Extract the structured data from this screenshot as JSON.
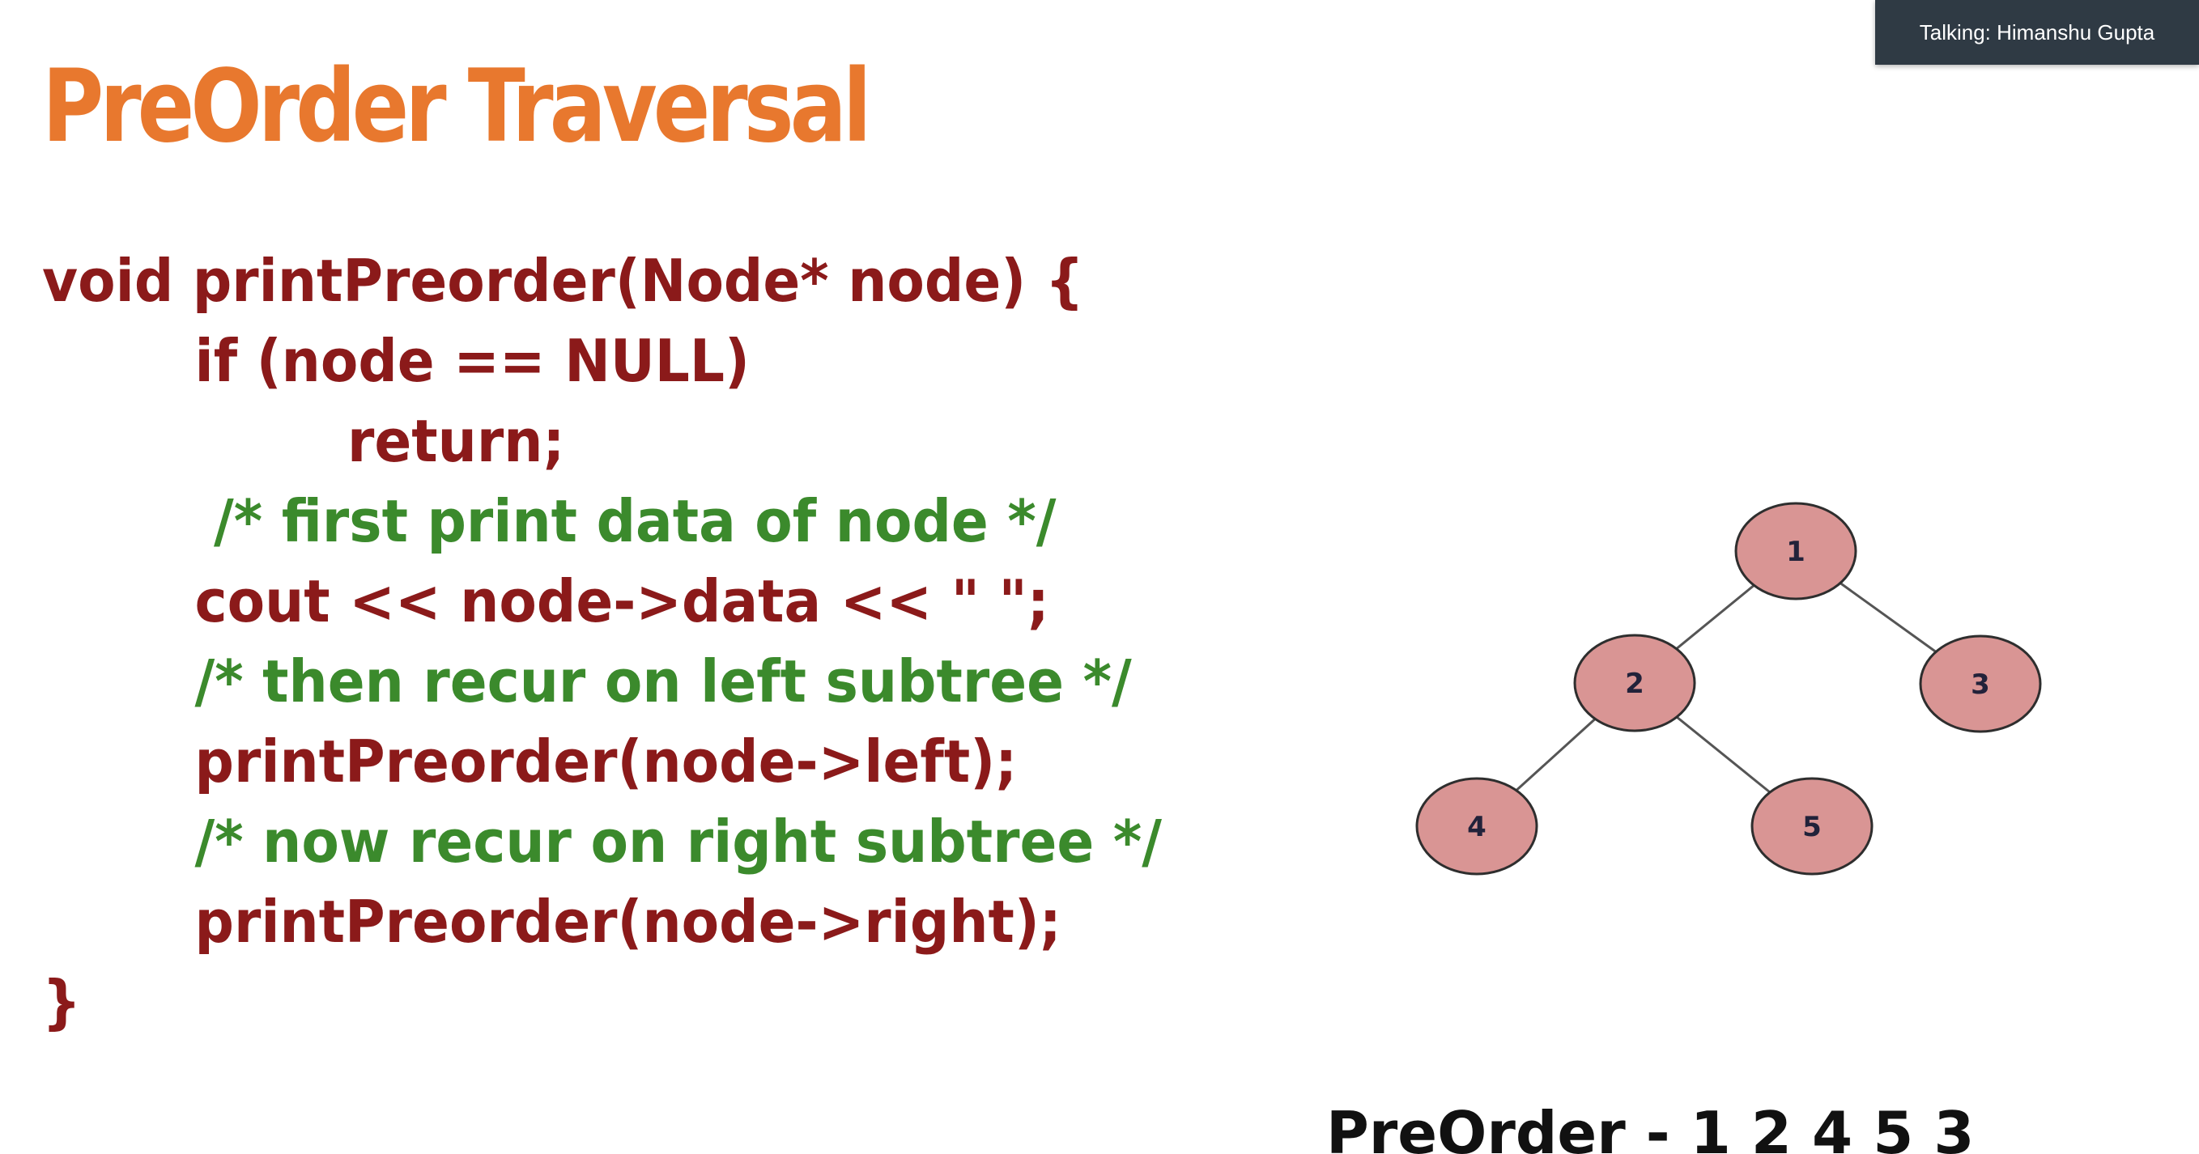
{
  "slide": {
    "title": "PreOrder Traversal",
    "result_text": "PreOrder - 1 2 4 5 3",
    "code_lines": [
      {
        "text": "void printPreorder(Node* node) {",
        "kind": "code"
      },
      {
        "text": "        if (node == NULL)",
        "kind": "code"
      },
      {
        "text": "                return;",
        "kind": "code"
      },
      {
        "text": "         /* first print data of node */",
        "kind": "comment"
      },
      {
        "text": "        cout << node->data << \" \";",
        "kind": "code"
      },
      {
        "text": "        /* then recur on left subtree */",
        "kind": "comment"
      },
      {
        "text": "        printPreorder(node->left);",
        "kind": "code"
      },
      {
        "text": "        /* now recur on right subtree */",
        "kind": "comment"
      },
      {
        "text": "        printPreorder(node->right);",
        "kind": "code"
      },
      {
        "text": "}",
        "kind": "code"
      }
    ],
    "tree": {
      "nodes": [
        {
          "id": "1",
          "label": "1"
        },
        {
          "id": "2",
          "label": "2"
        },
        {
          "id": "3",
          "label": "3"
        },
        {
          "id": "4",
          "label": "4"
        },
        {
          "id": "5",
          "label": "5"
        }
      ],
      "edges": [
        [
          "1",
          "2"
        ],
        [
          "1",
          "3"
        ],
        [
          "2",
          "4"
        ],
        [
          "2",
          "5"
        ]
      ]
    }
  },
  "overlay": {
    "talking_label": "Talking: Himanshu Gupta"
  },
  "colors": {
    "title": "#e8782e",
    "code": "#8b1a1a",
    "comment": "#3b8a2c",
    "node_fill": "#d99594",
    "node_stroke": "#2e2e2e",
    "edge": "#555555",
    "overlay_bg": "#2f3a44"
  }
}
